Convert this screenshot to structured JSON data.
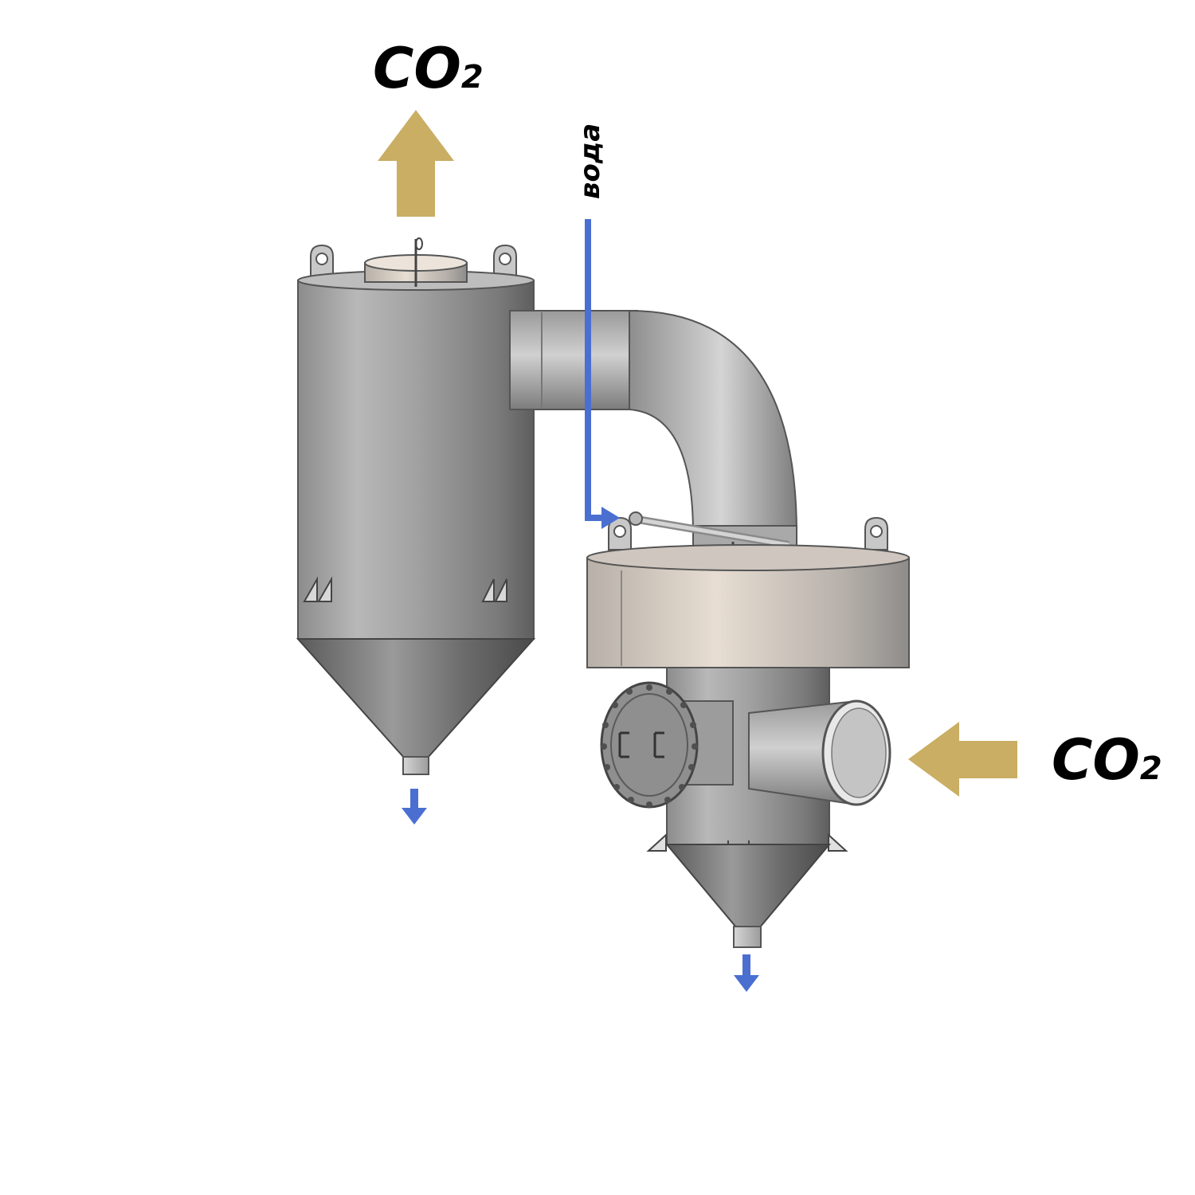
{
  "labels": {
    "co2_out_main": "CO",
    "co2_out_sub": "2",
    "co2_in_main": "CO",
    "co2_in_sub": "2",
    "water": "вода"
  },
  "colors": {
    "co2_arrow": "#c9ae63",
    "water_arrow": "#4a6fd1",
    "steel_dark": "#6e6e6e",
    "steel_mid": "#a8a8a8",
    "steel_light": "#d9d9d9",
    "collar": "#d8cfc4"
  },
  "icons": {
    "co2_outlet_arrow": "up-arrow-icon",
    "co2_inlet_arrow": "left-arrow-icon",
    "water_inlet_arrow": "down-right-pipe-arrow-icon",
    "drain_left": "down-arrow-icon",
    "drain_right": "down-arrow-icon"
  }
}
